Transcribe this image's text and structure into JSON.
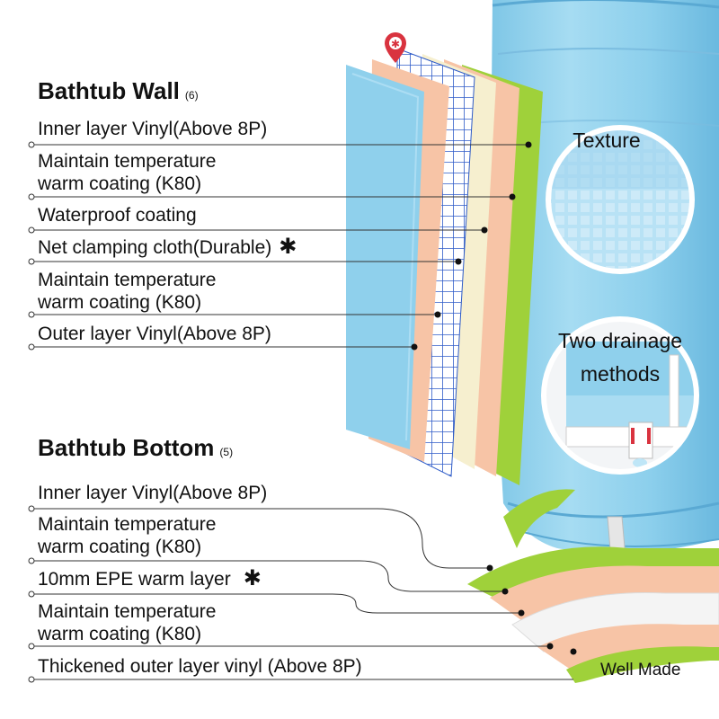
{
  "wall": {
    "title": "Bathtub Wall",
    "count": "(6)",
    "layers": [
      {
        "line1": "Inner layer Vinyl(Above 8P)"
      },
      {
        "line1": "Maintain temperature",
        "line2": "warm coating (K80)"
      },
      {
        "line1": "Waterproof coating"
      },
      {
        "line1": "Net clamping cloth(Durable)",
        "star": "✱"
      },
      {
        "line1": "Maintain temperature",
        "line2": "warm coating (K80)"
      },
      {
        "line1": "Outer layer Vinyl(Above 8P)"
      }
    ]
  },
  "bottom": {
    "title": "Bathtub Bottom",
    "count": "(5)",
    "layers": [
      {
        "line1": "Inner layer Vinyl(Above 8P)"
      },
      {
        "line1": "Maintain temperature",
        "line2": "warm coating (K80)"
      },
      {
        "line1": "10mm EPE warm layer",
        "star": "✱"
      },
      {
        "line1": "Maintain temperature",
        "line2": "warm coating (K80)"
      },
      {
        "line1": "Thickened outer layer vinyl (Above 8P)"
      }
    ]
  },
  "callouts": {
    "texture": "Texture",
    "drainage_line1": "Two drainage",
    "drainage_line2": "methods",
    "well_made": "Well Made"
  },
  "colors": {
    "vinyl_blue": "#8fd0ec",
    "warm_peach": "#f7c4a6",
    "waterproof_cream": "#f6efcf",
    "net_grid": "#2f5cc8",
    "lime": "#9fd13a",
    "marker_red": "#d9333f"
  }
}
